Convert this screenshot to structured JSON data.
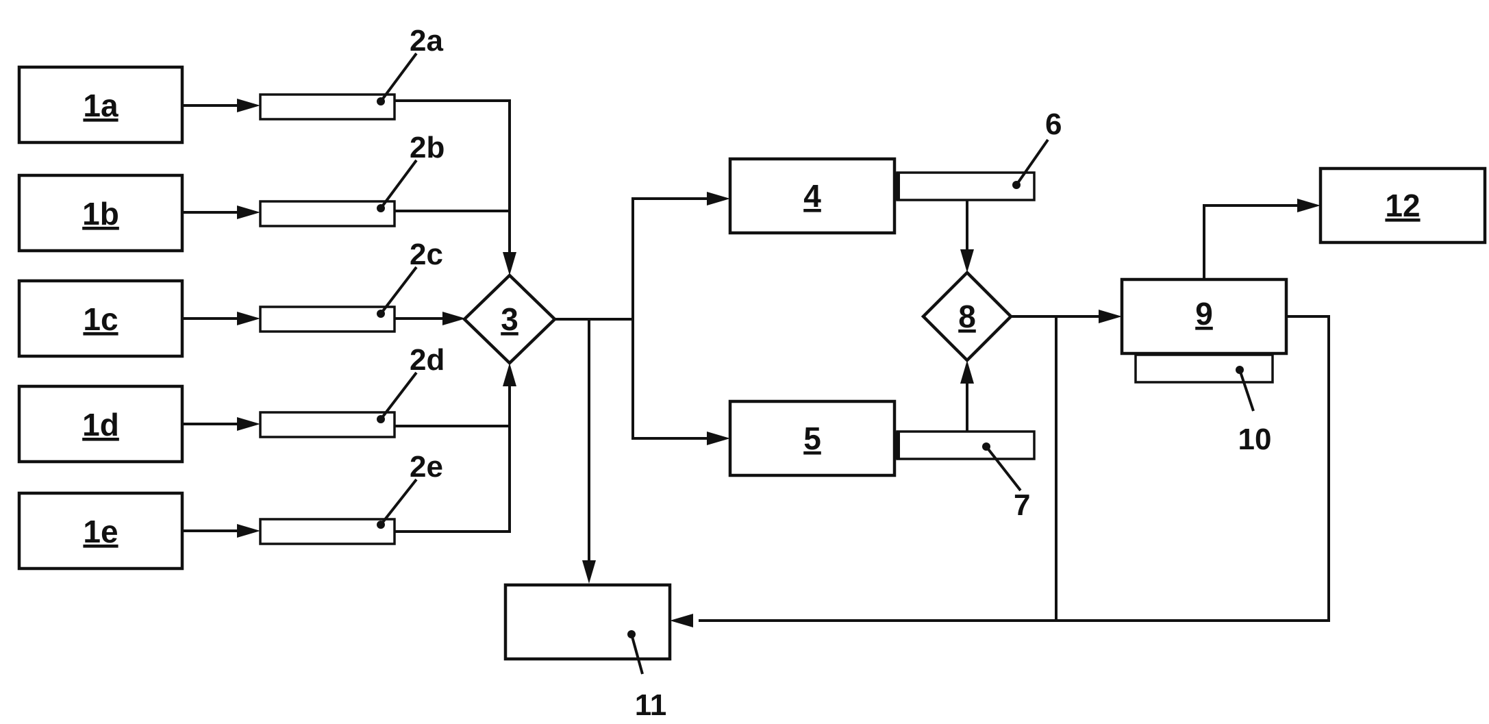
{
  "diagram": {
    "nodes": {
      "n1a": "1a",
      "n1b": "1b",
      "n1c": "1c",
      "n1d": "1d",
      "n1e": "1e",
      "n3": "3",
      "n4": "4",
      "n5": "5",
      "n8": "8",
      "n9": "9",
      "n12": "12"
    },
    "refs": {
      "r2a": "2a",
      "r2b": "2b",
      "r2c": "2c",
      "r2d": "2d",
      "r2e": "2e",
      "r6": "6",
      "r7": "7",
      "r10": "10",
      "r11": "11"
    }
  }
}
